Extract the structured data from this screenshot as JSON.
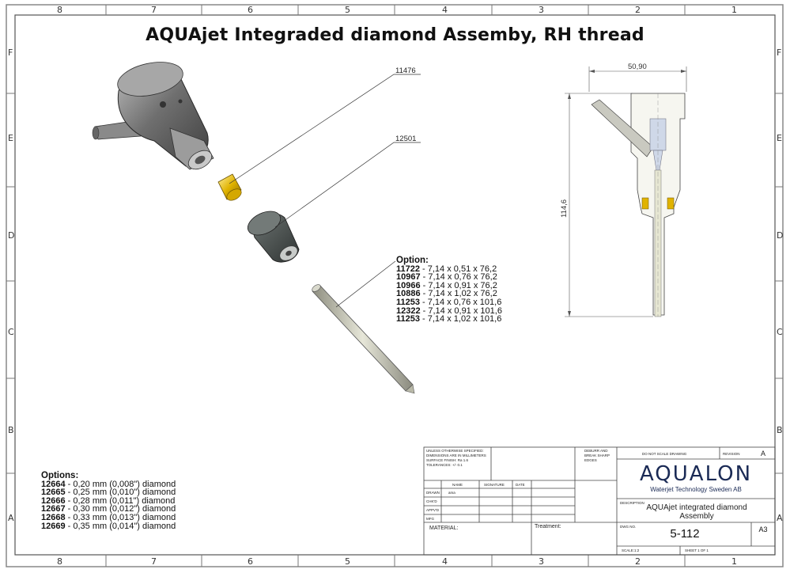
{
  "title": "AQUAjet Integraded diamond Assemby, RH thread",
  "zones": {
    "columns": [
      "8",
      "7",
      "6",
      "5",
      "4",
      "3",
      "2",
      "1"
    ],
    "rows": [
      "F",
      "E",
      "D",
      "C",
      "B",
      "A"
    ]
  },
  "callouts": {
    "part_a": "11476",
    "part_b": "12501"
  },
  "dimensions": {
    "width": "50,90",
    "height": "114,6"
  },
  "focus_tube_options": {
    "heading": "Option:",
    "items": [
      {
        "code": "11722",
        "spec": " - 7,14 x 0,51 x 76,2"
      },
      {
        "code": "10967",
        "spec": " - 7,14 x 0,76 x 76,2"
      },
      {
        "code": "10966",
        "spec": " - 7,14 x 0,91 x 76,2"
      },
      {
        "code": "10886",
        "spec": " - 7,14 x 1,02 x 76,2"
      },
      {
        "code": "11253",
        "spec": " - 7,14 x 0,76 x 101,6"
      },
      {
        "code": "12322",
        "spec": " - 7,14 x 0,91 x 101,6"
      },
      {
        "code": "11253",
        "spec": " - 7,14 x 1,02 x 101,6"
      }
    ]
  },
  "diamond_options": {
    "heading": "Options:",
    "items": [
      {
        "code": "12664",
        "spec": " - 0,20 mm (0,008\") diamond"
      },
      {
        "code": "12665",
        "spec": " - 0,25 mm (0,010\") diamond"
      },
      {
        "code": "12666",
        "spec": " - 0,28 mm (0,011\") diamond"
      },
      {
        "code": "12667",
        "spec": " - 0,30 mm (0,012\") diamond"
      },
      {
        "code": "12668",
        "spec": " - 0,33 mm (0,013\") diamond"
      },
      {
        "code": "12669",
        "spec": " - 0,35 mm (0,014\") diamond"
      }
    ]
  },
  "title_block": {
    "notes_line1": "UNLESS OTHERWISE SPECIFIED:",
    "notes_line2": "DIMENSIONS ARE IN MILLIMETERS",
    "notes_line3": "SURFACE FINISH: Ra 1.6",
    "notes_line4": "TOLERANCES: +/- 0.1",
    "deburr_1": "DEBURR AND",
    "deburr_2": "BREAK SHARP",
    "deburr_3": "EDGES",
    "col_name": "NAME",
    "col_signature": "SIGNATURE",
    "col_date": "DATE",
    "row_drawn": "DRAWN",
    "row_chkd": "CHK'D",
    "row_apprvd": "APPV'D",
    "row_mfg": "MFG",
    "drawn_name": "ama",
    "no_scale": "DO NOT SCALE DRAWING",
    "revision_label": "REVISION",
    "revision": "A",
    "company": "AQUALON",
    "company_sub": "Waterjet Technology Sweden AB",
    "title_label": "DESCRIPTION",
    "desc_line1": "AQUAjet integrated diamond",
    "desc_line2": "Assembly",
    "material_label": "MATERIAL:",
    "treatment_label": "Treatment:",
    "dwg_label": "DWG NO.",
    "dwg_no": "5-112",
    "size": "A3",
    "scale_label": "SCALE:1:2",
    "sheet_label": "SHEET 1 OF 1"
  }
}
